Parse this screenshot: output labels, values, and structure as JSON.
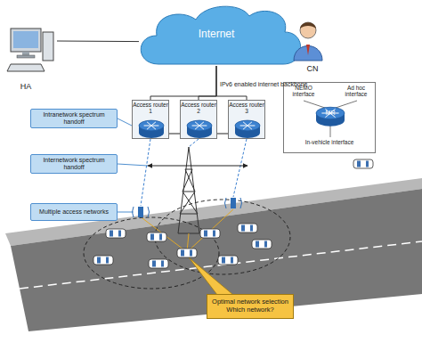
{
  "diagram": {
    "nodes": [
      {
        "text": [
          "Internet"
        ]
      },
      {
        "text": [
          "HA"
        ]
      },
      {
        "text": [
          "CN"
        ]
      },
      {
        "text": [
          "Access router 1"
        ]
      },
      {
        "text": [
          "Access router 2"
        ]
      },
      {
        "text": [
          "Access router 3"
        ]
      },
      {
        "text": [
          "NEMO interface",
          "Ad hoc interface",
          "MR",
          "In-vehicle interface"
        ]
      },
      {
        "text": [
          "Intranetwork spectrum handoff"
        ]
      },
      {
        "text": [
          "Internetwork spectrum handoff"
        ]
      },
      {
        "text": [
          "Multiple access networks"
        ]
      },
      {
        "text": [
          "Optimal network selection",
          "Which network?"
        ]
      }
    ],
    "edges": [
      {
        "from": 0,
        "to": 1,
        "arrow": "none"
      },
      {
        "from": 0,
        "to": 2,
        "arrow": "none"
      },
      {
        "from": 0,
        "to": 3,
        "arrow": "none"
      },
      {
        "from": 0,
        "to": 4,
        "arrow": "none"
      },
      {
        "from": 0,
        "to": 5,
        "arrow": "none"
      }
    ],
    "labels": [
      "IPv6 enabled internet backbone"
    ]
  }
}
